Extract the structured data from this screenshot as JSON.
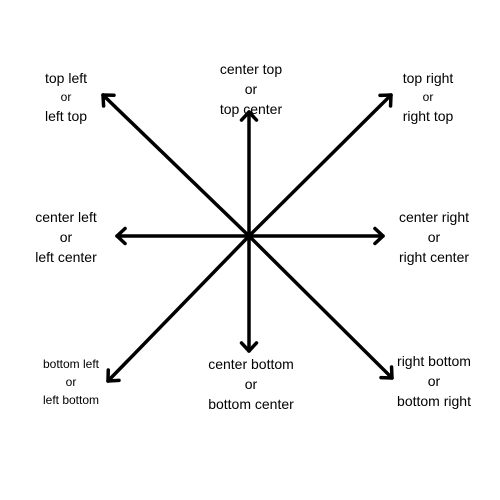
{
  "colors": {
    "arrow": "#000000",
    "text": "#000000",
    "background": "#ffffff"
  },
  "labels": {
    "top_left": {
      "line1": "top left",
      "line2": "or",
      "line3": "left top"
    },
    "center_top": {
      "line1": "center top",
      "line2": "or",
      "line3": "top center"
    },
    "top_right": {
      "line1": "top right",
      "line2": "or",
      "line3": "right top"
    },
    "center_left": {
      "line1": "center left",
      "line2": "or",
      "line3": "left center"
    },
    "center_right": {
      "line1": "center right",
      "line2": "or",
      "line3": "right center"
    },
    "bottom_left": {
      "line1": "bottom left",
      "line2": "or",
      "line3": "left bottom"
    },
    "center_bottom": {
      "line1": "center bottom",
      "line2": "or",
      "line3": "bottom center"
    },
    "right_bottom": {
      "line1": "right bottom",
      "line2": "or",
      "line3": "bottom right"
    }
  }
}
